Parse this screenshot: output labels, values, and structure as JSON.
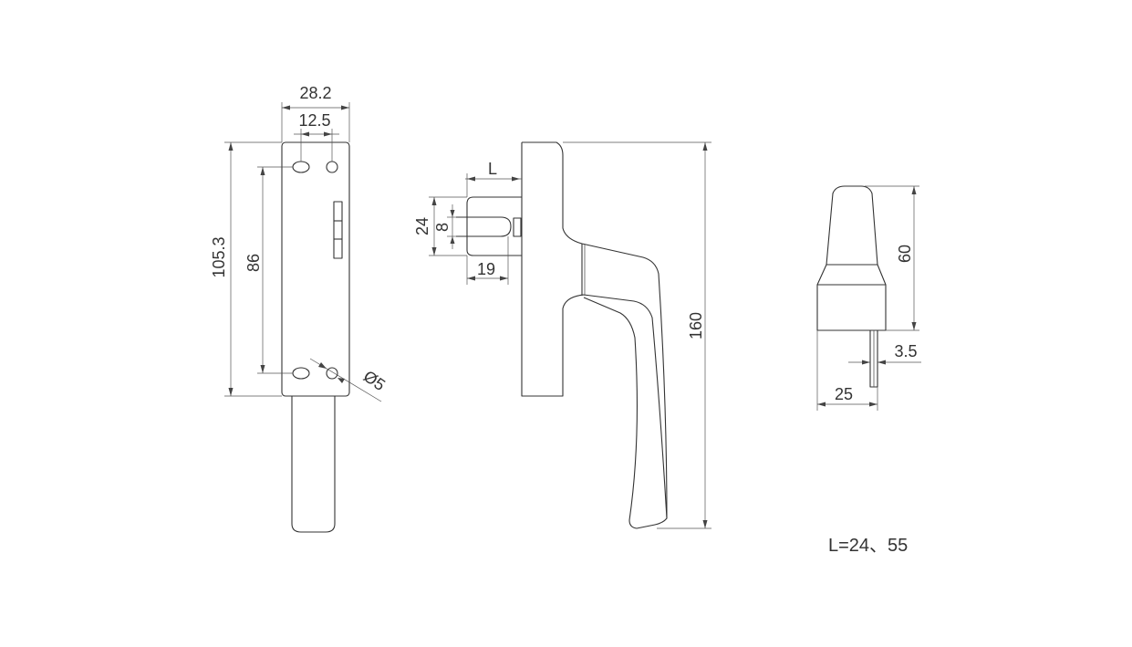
{
  "dimensions": {
    "plate_width": "28.2",
    "hole_spacing": "12.5",
    "plate_height": "105.3",
    "hole_pitch": "86",
    "hole_diameter": "Ø5",
    "spindle_length": "L",
    "spindle_width": "24",
    "spindle_square": "8",
    "spindle_offset": "19",
    "handle_height": "160",
    "knob_height": "60",
    "spindle_thickness": "3.5",
    "base_width": "25"
  },
  "note": "L=24、55"
}
